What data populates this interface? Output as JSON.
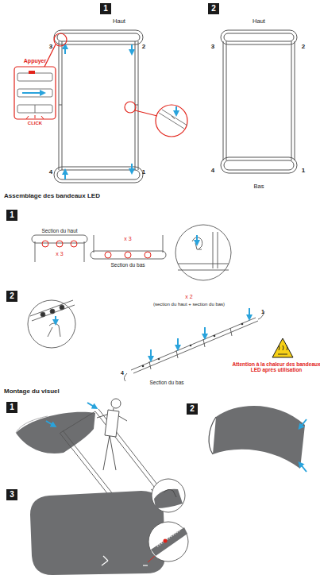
{
  "diagram": {
    "nodes": [
      {
        "text": [
          "1"
        ]
      },
      {
        "text": [
          "2"
        ]
      },
      {
        "text": [
          "1"
        ]
      },
      {
        "text": [
          "2"
        ]
      },
      {
        "text": [
          "1"
        ]
      },
      {
        "text": [
          "2"
        ]
      },
      {
        "text": [
          "3"
        ]
      }
    ],
    "labels": [
      "Haut",
      "3",
      "2",
      "Appuyer",
      "4",
      "1",
      "CLICK",
      "Haut",
      "3",
      "2",
      "4",
      "1",
      "Bas",
      "Assemblage des bandeaux LED",
      "Section du haut",
      "x 3",
      "x 3",
      "Section du bas",
      "x 2",
      "(section du haut + section du bas)",
      "1",
      "4",
      "Section du bas",
      "Attention à la chaleur des bandeaux LED après utilisation",
      "Montage du visuel"
    ]
  }
}
